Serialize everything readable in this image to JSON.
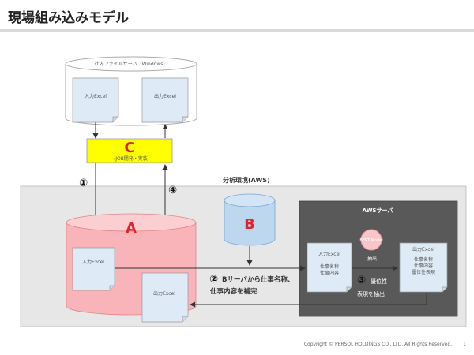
{
  "page": {
    "title": "現場組み込みモデル",
    "footer": "Copyright © PERSOL HOLDINGS CO., LTD. All Rights Reserved.",
    "page_number": "1"
  },
  "file_server": {
    "label": "社内ファイルサーバ（Windows）",
    "input_doc": "入力Excel",
    "output_doc": "出力Excel"
  },
  "job": {
    "letter": "C",
    "label": "→JOB開発・実装",
    "color": "#ffff00"
  },
  "analysis_env": {
    "label": "分析環境(AWS)"
  },
  "db_a": {
    "letter": "A",
    "input_doc": "入力Excel",
    "output_doc": "出力Excel",
    "color": "#f8b4b8"
  },
  "db_b": {
    "letter": "B",
    "color": "#bdd7ee"
  },
  "aws_server": {
    "label": "AWSサーバ",
    "model_label": "BERT Model",
    "extract_label": "抽出",
    "input_doc": {
      "title": "入力Excel",
      "line1": "仕事名称",
      "line2": "仕事内容"
    },
    "output_doc": {
      "title": "出力Excel",
      "line1": "仕事名称",
      "line2": "仕事内容",
      "line3": "優位性表現"
    }
  },
  "steps": {
    "s1": "①",
    "s2_num": "②",
    "s2_line1": "Bサーバから仕事名称、",
    "s2_line2": "仕事内容を補完",
    "s3_num": "③",
    "s3_line1": "優位性",
    "s3_line2": "表現を抽出",
    "s4": "④"
  }
}
